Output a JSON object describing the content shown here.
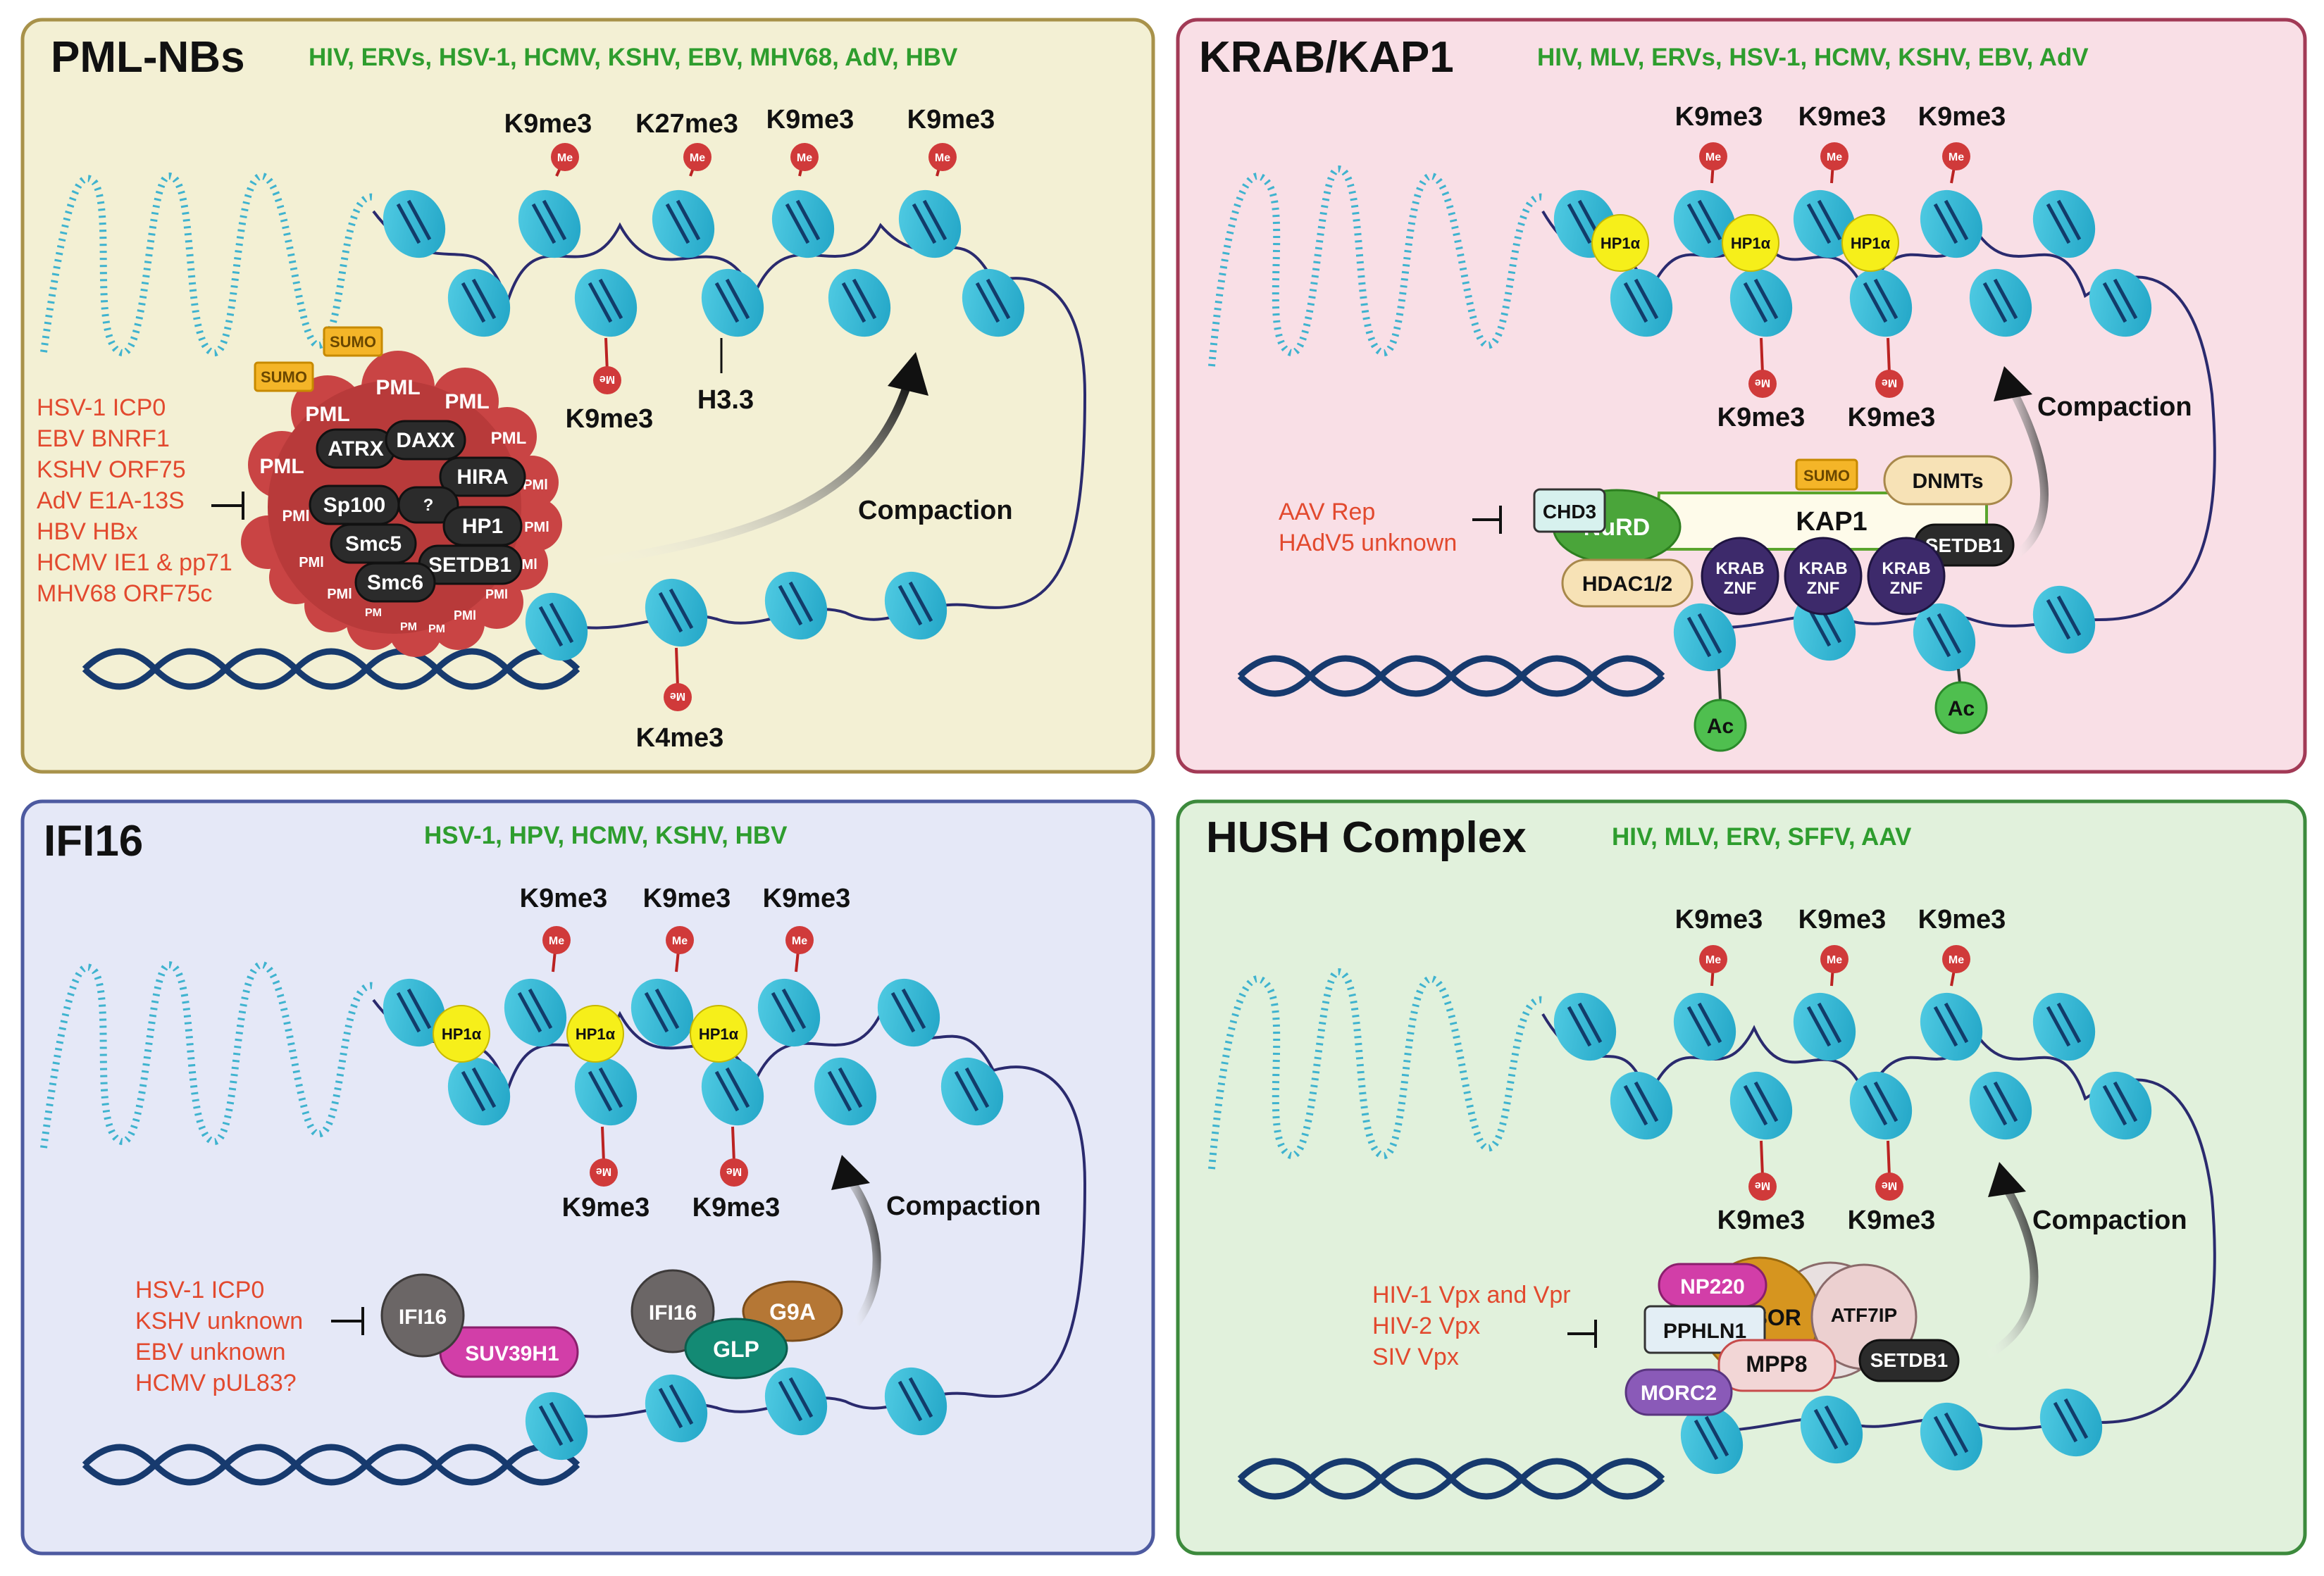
{
  "panels": [
    {
      "id": "pml",
      "title": "PML-NBs",
      "viruses": "HIV, ERVs, HSV-1, HCMV, KSHV, EBV, MHV68, AdV, HBV",
      "top_marks": [
        "K9me3",
        "K27me3",
        "K9me3",
        "K9me3"
      ],
      "bottom_marks": [
        "K9me3",
        "H3.3"
      ],
      "linker_mark": "K4me3",
      "inhibitors": [
        "HSV-1 ICP0",
        "EBV BNRF1",
        "KSHV ORF75",
        "AdV E1A-13S",
        "HBV HBx",
        "HCMV IE1 & pp71",
        "MHV68 ORF75c"
      ],
      "arrow_label": "Compaction",
      "sumo": [
        "SUMO",
        "SUMO"
      ],
      "pml_label": "PML",
      "pml_small": "PMl",
      "pml_tiny": "PM",
      "complex": [
        "ATRX",
        "DAXX",
        "HIRA",
        "Sp100",
        "?",
        "HP1",
        "Smc5",
        "SETDB1",
        "Smc6"
      ]
    },
    {
      "id": "krab",
      "title": "KRAB/KAP1",
      "viruses": "HIV, MLV, ERVs, HSV-1, HCMV, KSHV, EBV, AdV",
      "top_marks": [
        "K9me3",
        "K9me3",
        "K9me3"
      ],
      "bottom_marks": [
        "K9me3",
        "K9me3"
      ],
      "hp1": [
        "HP1α",
        "HP1α",
        "HP1α"
      ],
      "inhibitors": [
        "AAV Rep",
        "HAdV5 unknown"
      ],
      "arrow_label": "Compaction",
      "complex": {
        "chd3": "CHD3",
        "nurd": "NuRD",
        "kap1": "KAP1",
        "sumo": "SUMO",
        "dnmts": "DNMTs",
        "setdb1": "SETDB1",
        "hdac": "HDAC1/2",
        "krab": [
          "KRAB",
          "ZNF"
        ]
      },
      "ac": [
        "Ac",
        "Ac"
      ]
    },
    {
      "id": "ifi16",
      "title": "IFI16",
      "viruses": "HSV-1, HPV, HCMV, KSHV, HBV",
      "top_marks": [
        "K9me3",
        "K9me3",
        "K9me3"
      ],
      "bottom_marks": [
        "K9me3",
        "K9me3"
      ],
      "hp1": [
        "HP1α",
        "HP1α",
        "HP1α"
      ],
      "inhibitors": [
        "HSV-1 ICP0",
        "KSHV unknown",
        "EBV unknown",
        "HCMV pUL83?"
      ],
      "arrow_label": "Compaction",
      "complex_a": [
        "IFI16",
        "SUV39H1"
      ],
      "complex_b": [
        "IFI16",
        "GLP",
        "G9A"
      ]
    },
    {
      "id": "hush",
      "title": "HUSH Complex",
      "viruses": "HIV, MLV, ERV, SFFV, AAV",
      "top_marks": [
        "K9me3",
        "K9me3",
        "K9me3"
      ],
      "bottom_marks": [
        "K9me3",
        "K9me3"
      ],
      "inhibitors": [
        "HIV-1 Vpx and Vpr",
        "HIV-2 Vpx",
        "SIV Vpx"
      ],
      "arrow_label": "Compaction",
      "complex": {
        "np220": "NP220",
        "tasor": "TASOR",
        "atf7ip": "ATF7IP",
        "pphln1": "PPHLN1",
        "mpp8": "MPP8",
        "setdb1": "SETDB1",
        "morc2": "MORC2"
      }
    }
  ],
  "me_label": "Me",
  "colors": {
    "pml_bg": "#f3f0d4",
    "pml_border": "#a8924a",
    "krab_bg": "#f9dfe6",
    "krab_border": "#a23a56",
    "ifi_bg": "#e5e8f7",
    "ifi_border": "#4d5aa0",
    "hush_bg": "#e1f1dc",
    "hush_border": "#3c8a3c",
    "nucleosome": "#36bcd8",
    "dna": "#173a6e",
    "inhibitor_text": "#e2492e",
    "virus_text": "#2e9d2e"
  }
}
